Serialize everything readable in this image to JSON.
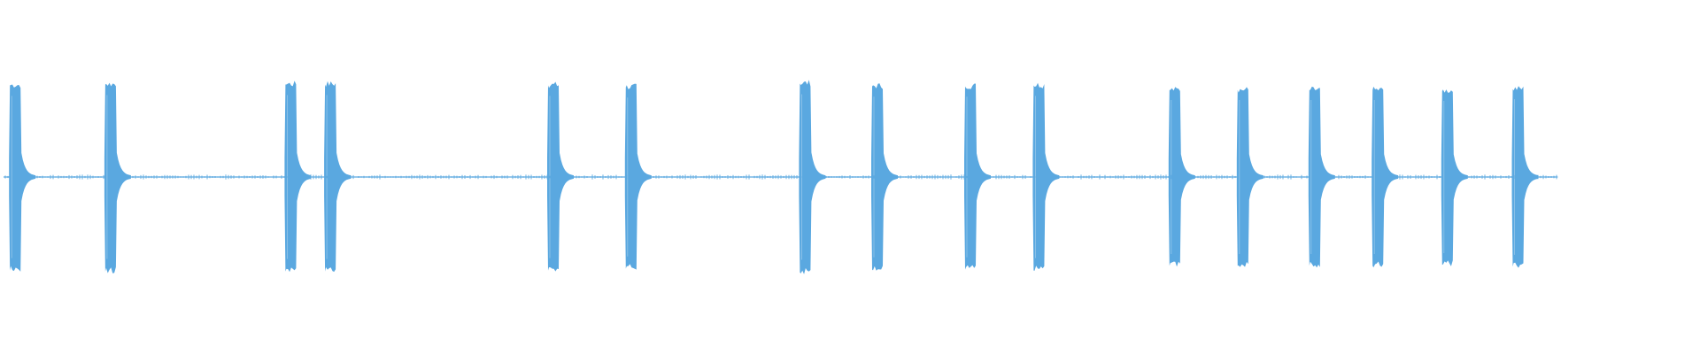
{
  "waveform": {
    "color": "#5aa8e0",
    "background": "#ffffff",
    "bursts": [
      {
        "start": 0.0053,
        "amplitude": 0.98
      },
      {
        "start": 0.0614,
        "amplitude": 0.99
      },
      {
        "start": 0.1674,
        "amplitude": 0.99
      },
      {
        "start": 0.1907,
        "amplitude": 0.99
      },
      {
        "start": 0.3219,
        "amplitude": 0.98
      },
      {
        "start": 0.3676,
        "amplitude": 0.96
      },
      {
        "start": 0.47,
        "amplitude": 1.0
      },
      {
        "start": 0.5125,
        "amplitude": 0.97
      },
      {
        "start": 0.5672,
        "amplitude": 0.97
      },
      {
        "start": 0.6075,
        "amplitude": 0.98
      },
      {
        "start": 0.6874,
        "amplitude": 0.93
      },
      {
        "start": 0.7275,
        "amplitude": 0.93
      },
      {
        "start": 0.7697,
        "amplitude": 0.93
      },
      {
        "start": 0.8069,
        "amplitude": 0.93
      },
      {
        "start": 0.8478,
        "amplitude": 0.92
      },
      {
        "start": 0.8893,
        "amplitude": 0.94
      }
    ],
    "signal_end": 0.9163
  }
}
